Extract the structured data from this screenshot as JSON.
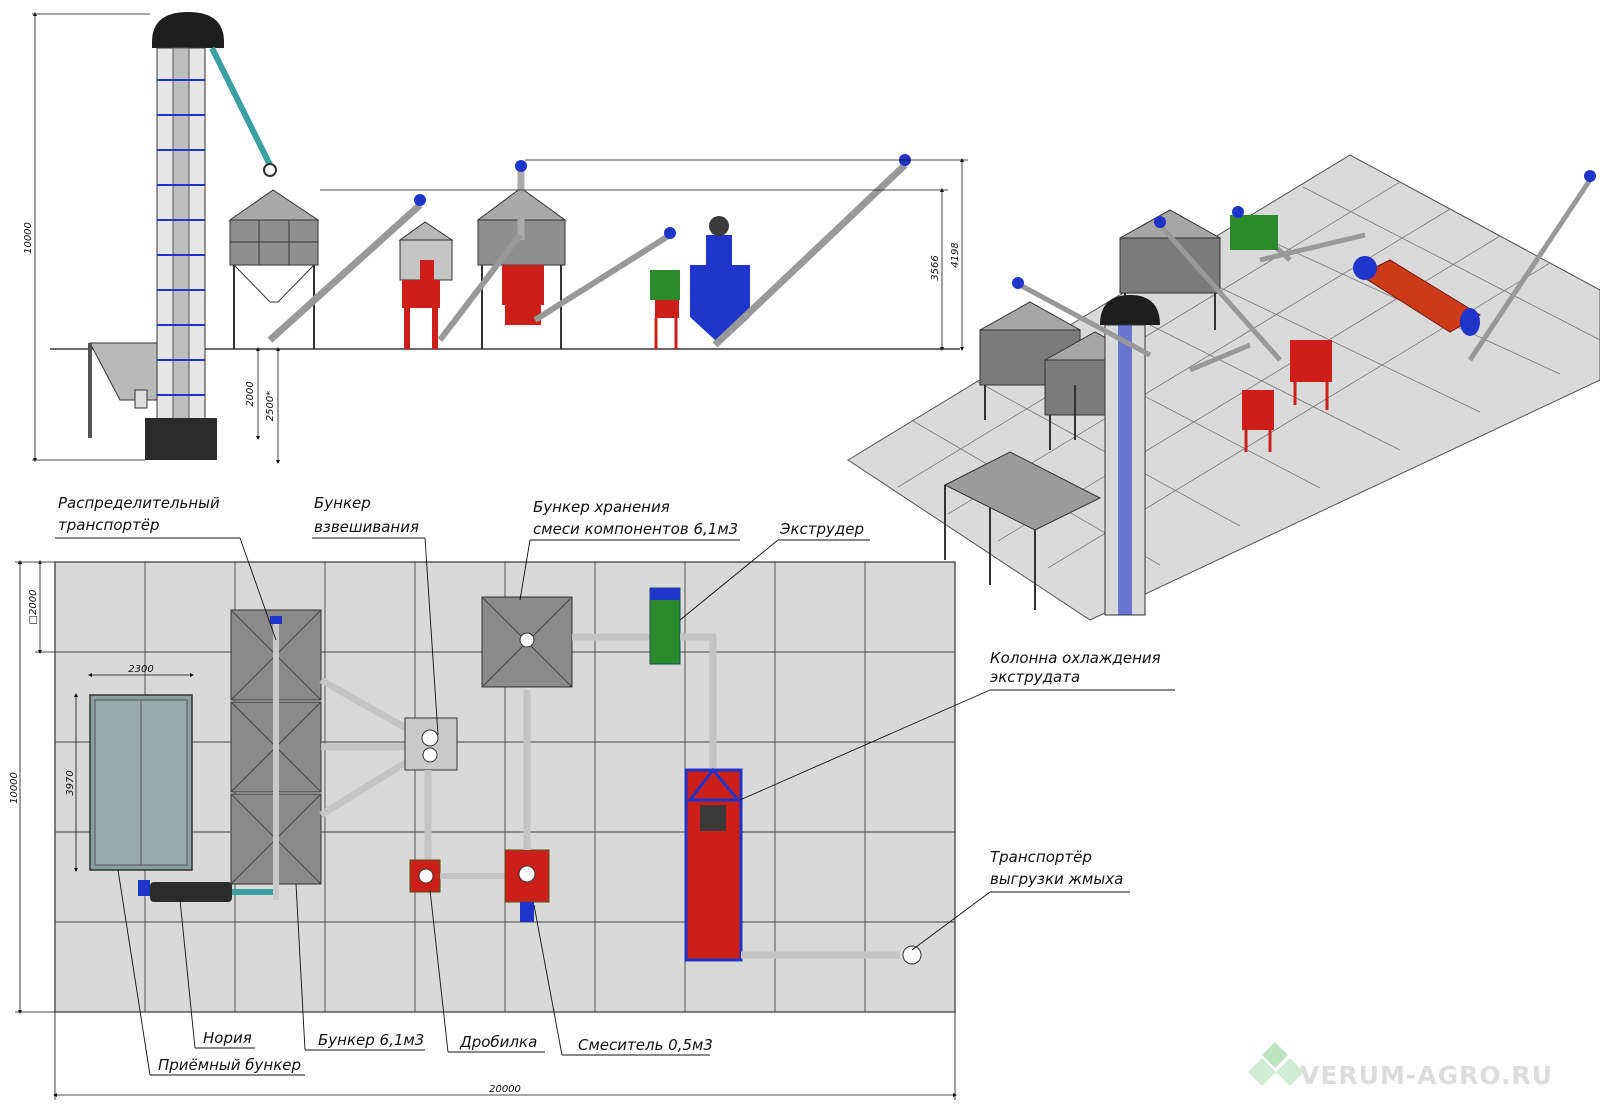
{
  "side_view": {
    "dims": {
      "total_height": "10000",
      "height_a": "3566",
      "height_b": "4198",
      "pit_depth": "2000",
      "pit_depth_b": "2500*"
    }
  },
  "plan_view": {
    "dims": {
      "width": "20000",
      "height": "10000",
      "grid": "□2000",
      "hopper_width": "2300",
      "hopper_length": "3970"
    },
    "labels": {
      "distribution_conveyor": [
        "Распределительный",
        "транспортёр"
      ],
      "weighing_hopper": [
        "Бункер",
        "взвешивания"
      ],
      "mix_storage_hopper": [
        "Бункер хранения",
        "смеси компонентов 6,1м3"
      ],
      "extruder": "Экструдер",
      "cooling_column": [
        "Колонна охлаждения",
        "экструдата"
      ],
      "cake_conveyor": [
        "Транспортёр",
        "выгрузки жмыха"
      ],
      "noria": "Нория",
      "receiving_hopper": "Приёмный бункер",
      "hopper_6_1": "Бункер 6,1м3",
      "crusher": "Дробилка",
      "mixer": "Смеситель 0,5м3"
    }
  },
  "watermark": "VERUM-AGRO.RU",
  "colors": {
    "floor": "#d9d9d9",
    "grid_line": "#444444",
    "steel": "#8c8c8c",
    "red": "#cc1f1a",
    "blue": "#1f34c9",
    "green": "#2c8a2c",
    "teal": "#3aa0a0",
    "dark": "#222222"
  }
}
